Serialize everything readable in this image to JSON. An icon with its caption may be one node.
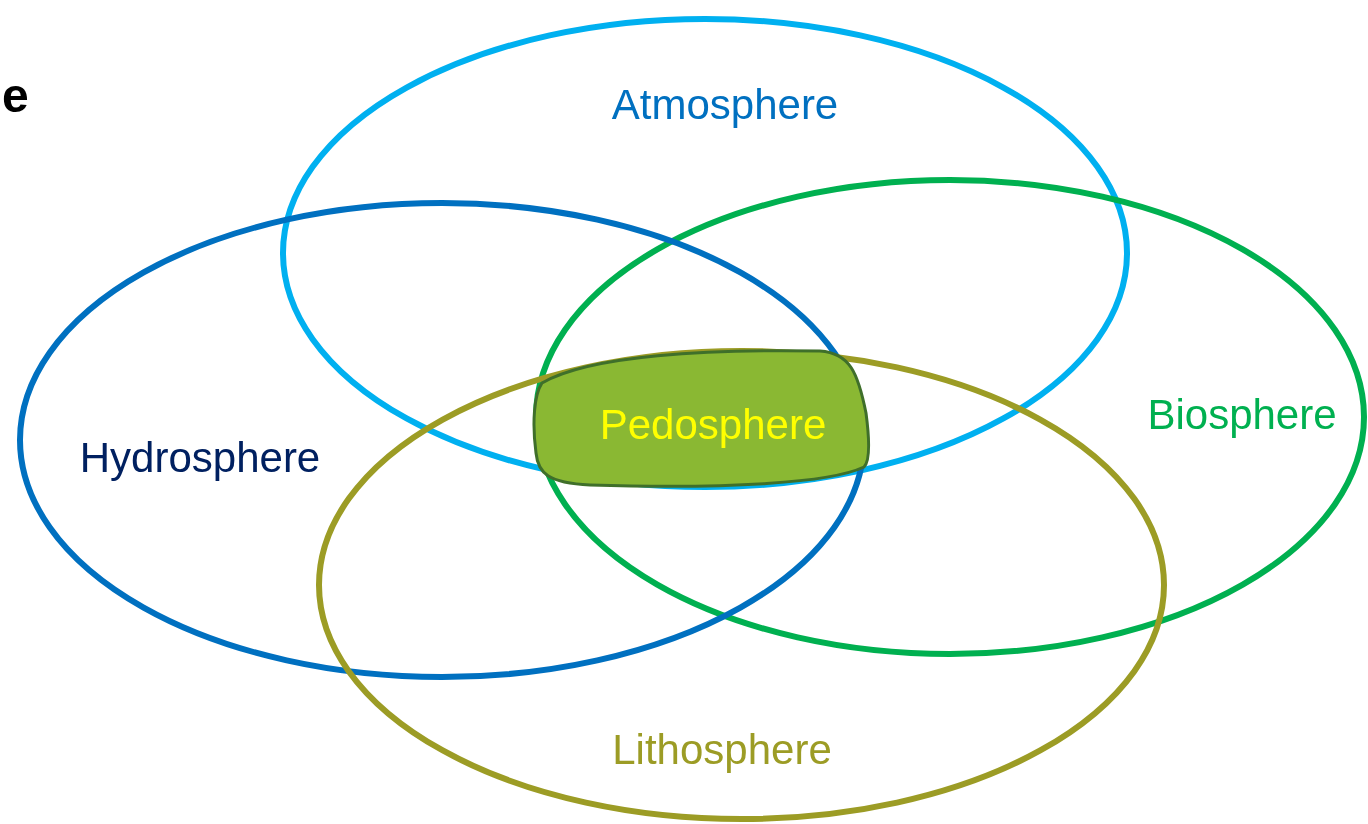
{
  "diagram": {
    "nodes": [
      {
        "text": [
          "Atmosphere"
        ]
      },
      {
        "text": [
          "Biosphere"
        ]
      },
      {
        "text": [
          "Pedosphere"
        ]
      },
      {
        "text": [
          "Hydrosphere"
        ]
      },
      {
        "text": [
          "Lithosphere"
        ]
      }
    ],
    "labels": [
      "e"
    ]
  }
}
